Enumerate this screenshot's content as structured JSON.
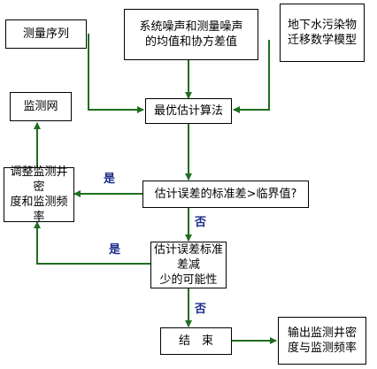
{
  "nodes": {
    "measurement_sequence": "测量序列",
    "noise_stats": "系统噪声和测量噪声\n的均值和协方差值",
    "groundwater_model": "地下水污染物\n迁移数学模型",
    "optimal_algorithm": "最优估计算法",
    "monitoring_network": "监测网",
    "adjust_density": "调整监测井密\n度和监测频率",
    "check_std_error": "估计误差的标准差>临界值?",
    "check_error_reduction": "估计误差标准差减\n少的可能性",
    "end": "结　束",
    "output": "输出监测井密\n度与监测频率"
  },
  "edge_labels": {
    "yes_1": "是",
    "no_1": "否",
    "yes_2": "是",
    "no_2": "否"
  },
  "colors": {
    "arrow": "#1f6e1f",
    "label": "#1a2a8a"
  }
}
